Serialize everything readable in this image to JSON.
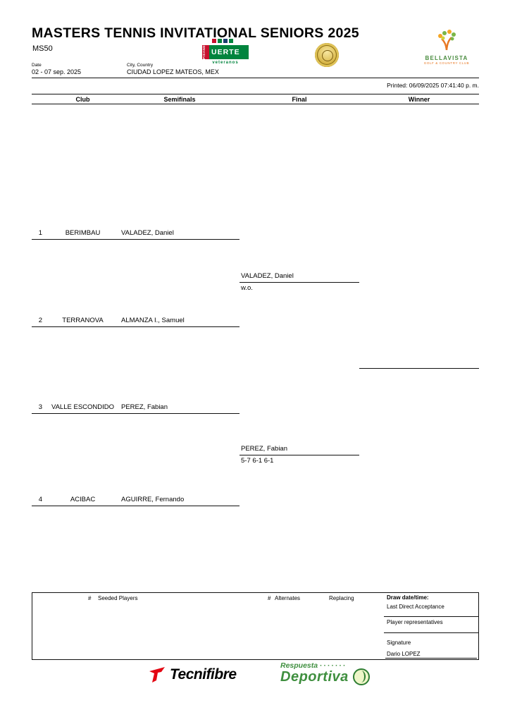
{
  "colors": {
    "line_black": "#111111",
    "tecnifibre_red": "#e30613",
    "pisando_green": "#00843d",
    "pisando_red": "#c8102e",
    "medal_gold": "#c9a227",
    "bellavista_green": "#4a8c3f",
    "bellavista_orange": "#e87722",
    "respuesta_green": "#3f8f3f"
  },
  "header": {
    "title": "MASTERS TENNIS INVITATIONAL SENIORS 2025",
    "category": "MS50",
    "date_label": "Date",
    "date_value": "02 - 07 sep. 2025",
    "city_label": "City, Country",
    "city_value": "CIUDAD LOPEZ MATEOS, MEX",
    "printed": "Printed: 06/09/2025 07:41:40 p. m."
  },
  "logos": {
    "pisando": {
      "vertical": "PISANDO",
      "main": "UERTE",
      "sub": "veteranos"
    },
    "bellavista": {
      "name": "BELLAVISTA",
      "subtitle": "GOLF & COUNTRY CLUB"
    }
  },
  "columns": [
    "Club",
    "Semifinals",
    "Final",
    "Winner"
  ],
  "bracket": {
    "entries": [
      {
        "seed": "1",
        "club": "BERIMBAU",
        "player": "VALADEZ, Daniel"
      },
      {
        "seed": "2",
        "club": "TERRANOVA",
        "player": "ALMANZA I., Samuel"
      },
      {
        "seed": "3",
        "club": "VALLE ESCONDIDO",
        "player": "PEREZ, Fabian"
      },
      {
        "seed": "4",
        "club": "ACIBAC",
        "player": "AGUIRRE, Fernando"
      }
    ],
    "semifinal_results": [
      {
        "winner": "VALADEZ, Daniel",
        "score": "w.o."
      },
      {
        "winner": "PEREZ, Fabian",
        "score": "5-7 6-1 6-1"
      }
    ]
  },
  "footer": {
    "hash": "#",
    "seeded_players": "Seeded Players",
    "alternates": "Alternates",
    "replacing": "Replacing",
    "draw_datetime": "Draw date/time:",
    "last_direct_acceptance": "Last Direct Acceptance",
    "player_representatives": "Player representatives",
    "signature": "Signature",
    "signature_name": "Dario LOPEZ"
  },
  "sponsors": {
    "tecnifibre": "Tecnifibre",
    "respuesta_line1": "Respuesta",
    "respuesta_dots": "·······",
    "respuesta_line2": "Deportiva"
  }
}
